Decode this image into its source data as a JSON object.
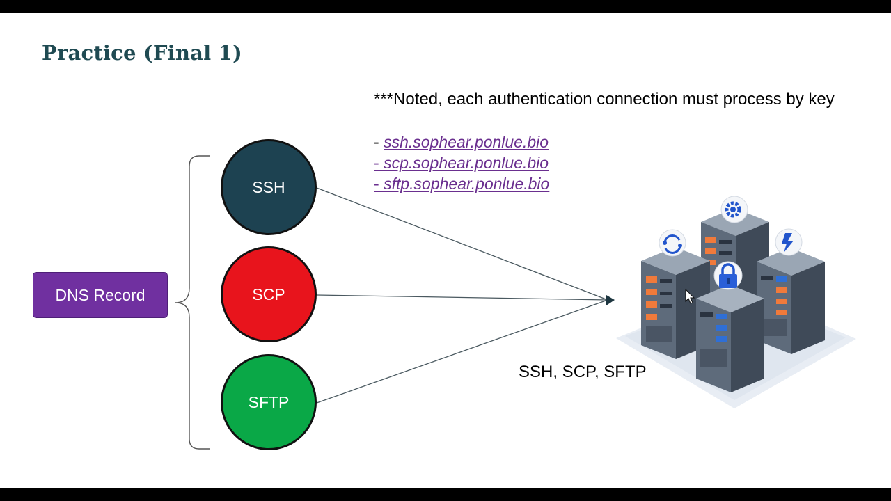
{
  "slide": {
    "title": "Practice (Final 1)",
    "note": "***Noted, each authentication connection must process by key",
    "links": [
      {
        "dash": "- ",
        "text": "ssh.sophear.ponlue.bio"
      },
      {
        "dash": "- ",
        "text": "scp.sophear.ponlue.bio"
      },
      {
        "dash": "- ",
        "text": "sftp.sophear.ponlue.bio"
      }
    ],
    "dns_label": "DNS Record",
    "protocols": [
      {
        "label": "SSH",
        "color": "#1d4251"
      },
      {
        "label": "SCP",
        "color": "#e8141c"
      },
      {
        "label": "SFTP",
        "color": "#0aa847"
      }
    ],
    "server_caption": "SSH, SCP, SFTP"
  },
  "colors": {
    "title": "#1f4a52",
    "dns_box": "#7030a0",
    "link": "#6a2f8f"
  },
  "icons": [
    "server-cluster-icon",
    "sync-icon",
    "gear-icon",
    "lock-icon",
    "lightning-icon",
    "mouse-cursor-icon"
  ]
}
